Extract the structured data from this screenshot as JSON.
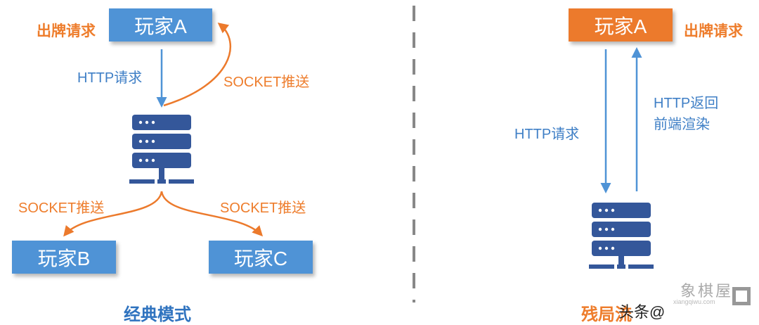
{
  "left": {
    "player_a": "玩家A",
    "player_b": "玩家B",
    "player_c": "玩家C",
    "play_request": "出牌请求",
    "http_request": "HTTP请求",
    "socket_push_a": "SOCKET推送",
    "socket_push_b": "SOCKET推送",
    "socket_push_c": "SOCKET推送",
    "title": "经典模式"
  },
  "right": {
    "player_a": "玩家A",
    "play_request": "出牌请求",
    "http_request": "HTTP请求",
    "http_return_line1": "HTTP返回",
    "http_return_line2": "前端渲染",
    "title": "残局流"
  },
  "watermark": {
    "logo_text": "象棋屋",
    "logo_sub": "xiangqiwu.com",
    "credit": "头条@"
  },
  "colors": {
    "blue_box": "#4f93d6",
    "orange_box": "#ec7a2c",
    "blue_text": "#3f7fc6",
    "orange_text": "#ee7d2c",
    "server": "#34579a",
    "divider": "#888888"
  }
}
